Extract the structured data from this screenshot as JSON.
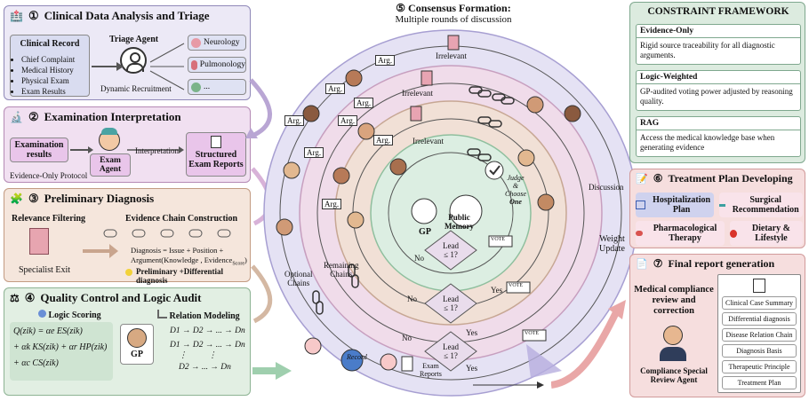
{
  "panel1": {
    "num": "①",
    "title": "Clinical Data Analysis and Triage",
    "record_title": "Clinical Record",
    "record_items": [
      "Chief Complaint",
      "Medical History",
      "Physical Exam",
      "Exam Results"
    ],
    "triage": "Triage Agent",
    "recruit": "Dynamic Recruitment",
    "depts": [
      "Neurology",
      "Pulmonology",
      "..."
    ]
  },
  "panel2": {
    "num": "②",
    "title": "Examination Interpretation",
    "results": "Examination results",
    "agent": "Exam Agent",
    "interp": "Interpretation",
    "reports": "Structured Exam Reports",
    "protocol": "Evidence-Only Protocol"
  },
  "panel3": {
    "num": "③",
    "title": "Preliminary Diagnosis",
    "filter": "Relevance Filtering",
    "chain": "Evidence Chain Construction",
    "exit": "Specialist Exit",
    "formula1": "Diagnosis = Issue + Position +",
    "formula2": "Argument(Knowledge , Evidence",
    "formula2_sub": "Score",
    "formula2_end": ")",
    "prelim": "Preliminary +Differential diagnosis"
  },
  "panel4": {
    "num": "④",
    "title": "Quality Control and Logic Audit",
    "scoring": "Logic Scoring",
    "relation": "Relation Modeling",
    "gp": "GP",
    "eq1": "Q(z",
    "eq_lines": [
      "Q(zik) = αe ES(zik)",
      "+ αk KS(zik) + αr HP(zik)",
      "+ αc CS(zik)"
    ],
    "rel_lines": [
      "D1 → D2 → ... → Dn",
      "D1 → D2 → ... → Dn",
      "D2 → ... → Dn"
    ]
  },
  "center": {
    "num": "⑤",
    "title": "Consensus  Formation:",
    "subtitle": "Multiple rounds of discussion",
    "arg": "Arg.",
    "irrelevant": "Irrelevant",
    "discussion": "Discussion",
    "weight1": "Weight",
    "weight2": "Update",
    "optional1": "Optional",
    "optional2": "Chains",
    "remaining1": "Remaining",
    "remaining2": "Chains",
    "memory1": "Public",
    "memory2": "Memory",
    "gp": "GP",
    "judge": [
      "Judge",
      "&",
      "Choose",
      "One"
    ],
    "lead1": "Lead",
    "lead2": "≤ 1?",
    "yes": "Yes",
    "no": "No",
    "record": "Record",
    "exam1": "Exam",
    "exam2": "Reports",
    "vote": "VOTE"
  },
  "constraint": {
    "title": "CONSTRAINT FRAMEWORK",
    "items": [
      {
        "head": "Evidence-Only",
        "body": "Rigid source traceability for all diagnostic arguments."
      },
      {
        "head": "Logic-Weighted",
        "body": "GP-audited voting power adjusted by reasoning quality."
      },
      {
        "head": "RAG",
        "body": "Access the medical knowledge base when generating evidence"
      }
    ]
  },
  "panel6": {
    "num": "⑥",
    "title": "Treatment Plan Developing",
    "items": [
      "Hospitalization Plan",
      "Surgical Recommendation",
      "Pharmacological Therapy",
      "Dietary & Lifestyle"
    ]
  },
  "panel7": {
    "num": "⑦",
    "title": "Final report generation",
    "review": "Medical compliance review and correction",
    "agent": "Compliance Special Review Agent",
    "rows": [
      "Clinical Case Summary",
      "Differential diagnosis",
      "Disease Relation Chain",
      "Diagnosis Basis",
      "Therapeutic Principle",
      "Treatment Plan"
    ]
  }
}
